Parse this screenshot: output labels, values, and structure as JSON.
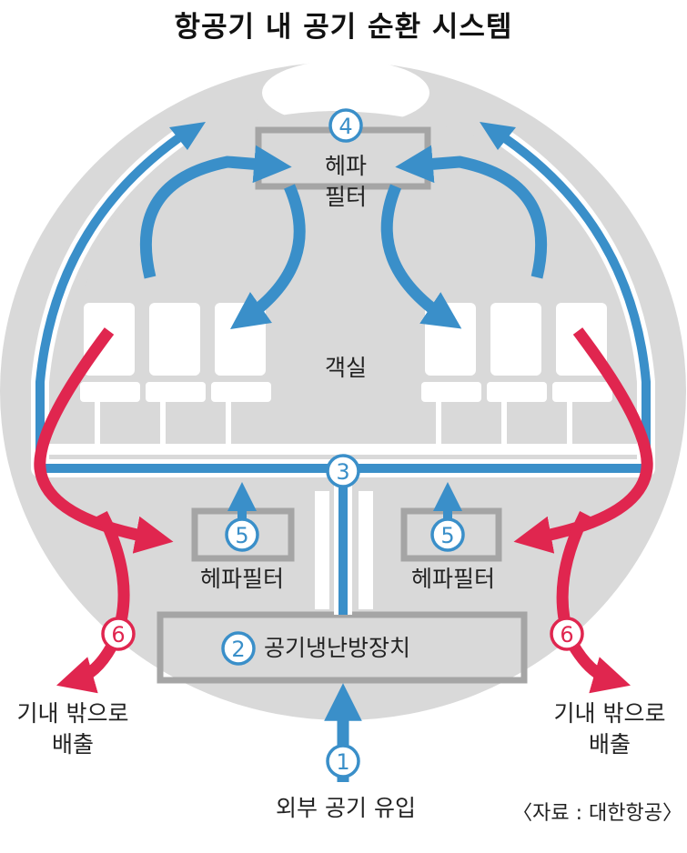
{
  "title": "항공기 내 공기 순환 시스템",
  "labels": {
    "hepa_top_line1": "헤파",
    "hepa_top_line2": "필터",
    "cabin": "객실",
    "hepa_left": "헤파필터",
    "hepa_right": "헤파필터",
    "aircon": "공기냉난방장치",
    "exhaust_left_line1": "기내 밖으로",
    "exhaust_left_line2": "배출",
    "exhaust_right_line1": "기내 밖으로",
    "exhaust_right_line2": "배출",
    "intake": "외부 공기 유입",
    "source": "〈자료 : 대한항공〉"
  },
  "steps": {
    "s1": "1",
    "s2": "2",
    "s3": "3",
    "s4": "4",
    "s5a": "5",
    "s5b": "5",
    "s6a": "6",
    "s6b": "6"
  },
  "colors": {
    "blue": "#3a8fc9",
    "red": "#e0264f",
    "fuselage": "#d9d9d9",
    "box": "#a5a5a5",
    "white": "#ffffff"
  }
}
